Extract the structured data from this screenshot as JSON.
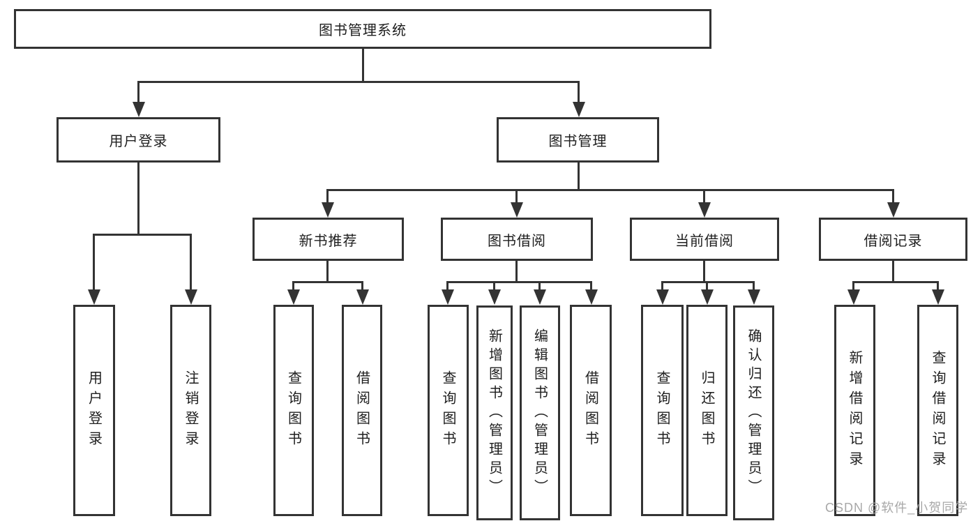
{
  "diagram": {
    "type": "hierarchy",
    "colors": {
      "line": "#333333",
      "box_border": "#333333",
      "text": "#1e1e1e",
      "background": "#ffffff",
      "watermark": "#a8a8a8"
    },
    "tree": {
      "label": "图书管理系统",
      "children": [
        {
          "label": "用户登录",
          "children": [
            {
              "label": "用户登录"
            },
            {
              "label": "注销登录"
            }
          ]
        },
        {
          "label": "图书管理",
          "children": [
            {
              "label": "新书推荐",
              "children": [
                {
                  "label": "查询图书"
                },
                {
                  "label": "借阅图书"
                }
              ]
            },
            {
              "label": "图书借阅",
              "children": [
                {
                  "label": "查询图书"
                },
                {
                  "label": "新增图书（管理员）"
                },
                {
                  "label": "编辑图书（管理员）"
                },
                {
                  "label": "借阅图书"
                }
              ]
            },
            {
              "label": "当前借阅",
              "children": [
                {
                  "label": "查询图书"
                },
                {
                  "label": "归还图书"
                },
                {
                  "label": "确认归还（管理员）"
                }
              ]
            },
            {
              "label": "借阅记录",
              "children": [
                {
                  "label": "新增借阅记录"
                },
                {
                  "label": "查询借阅记录"
                }
              ]
            }
          ]
        }
      ]
    },
    "watermark": {
      "text": "CSDN @软件_小贺同学"
    }
  }
}
